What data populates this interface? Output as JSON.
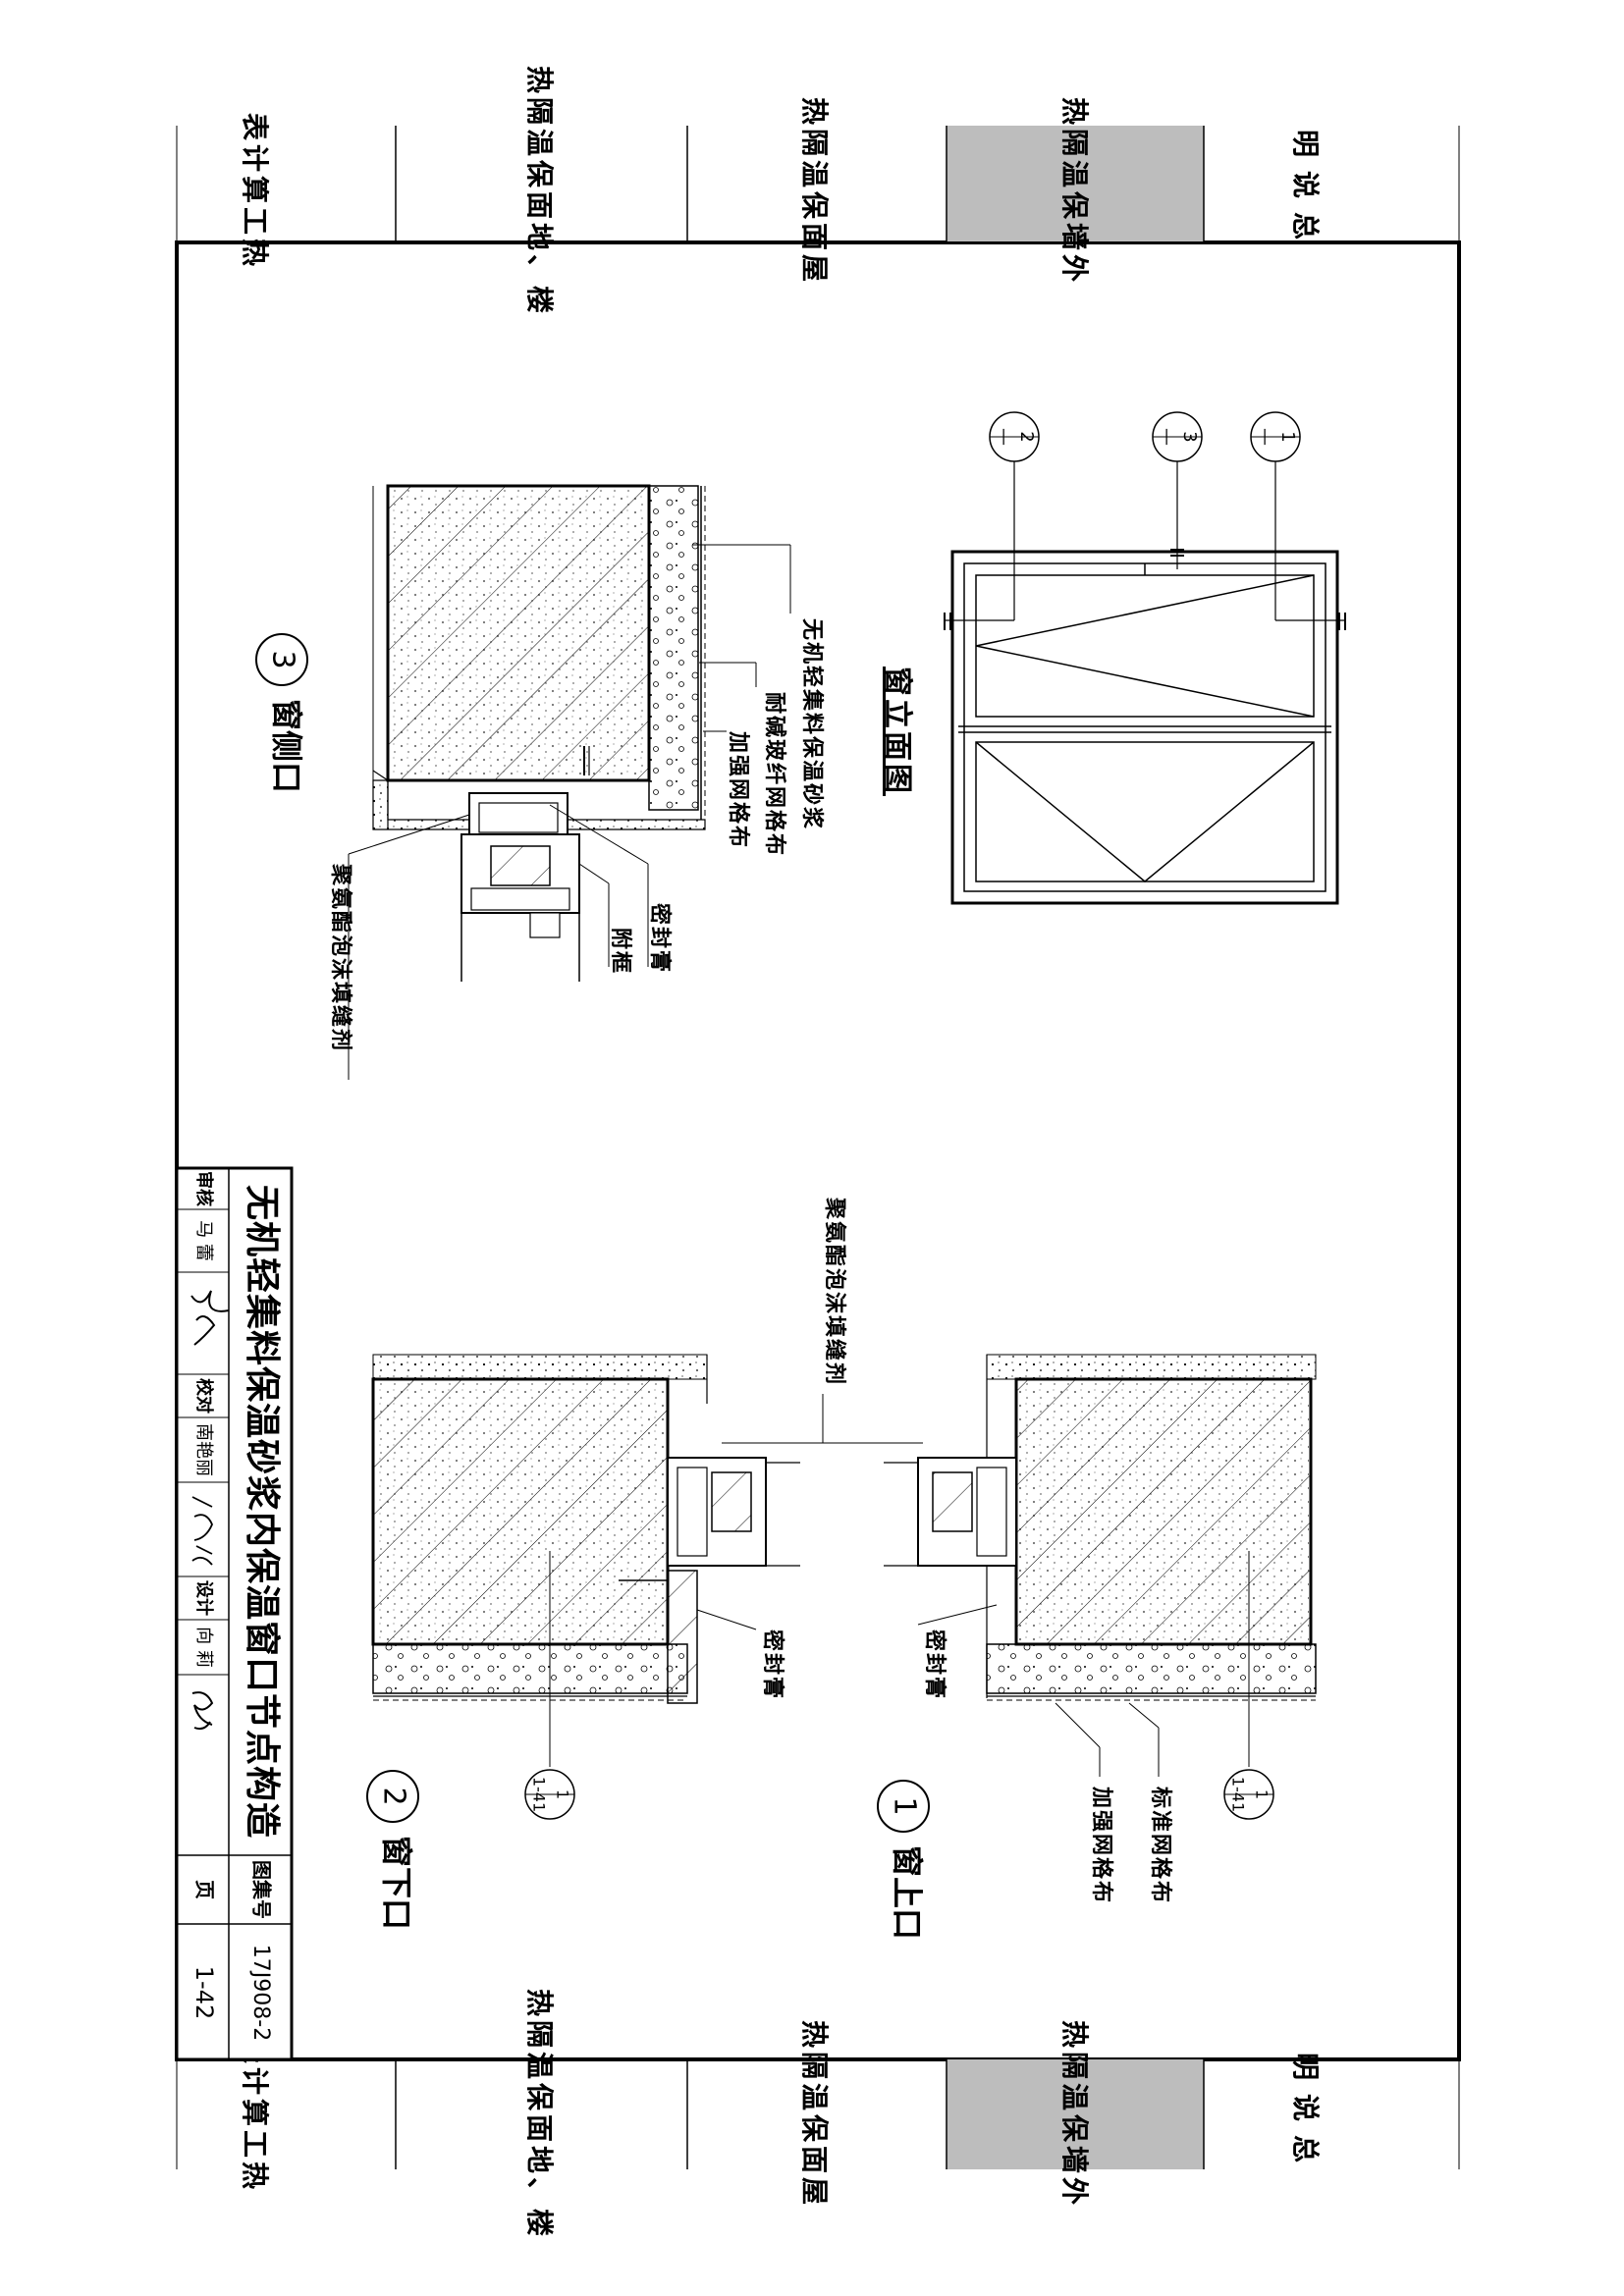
{
  "tabs_top": [
    {
      "label": "表计算工热",
      "active": false
    },
    {
      "label": "热隔温保面地、楼",
      "active": false
    },
    {
      "label": "热隔温保面屋",
      "active": false
    },
    {
      "label": "热隔温保墙外",
      "active": true
    },
    {
      "label": "明说总",
      "active": false
    }
  ],
  "tabs_bottom": [
    {
      "label": "表计算工热",
      "active": false
    },
    {
      "label": "热隔温保面地、楼",
      "active": false
    },
    {
      "label": "热隔温保面屋",
      "active": false
    },
    {
      "label": "热隔温保墙外",
      "active": true
    },
    {
      "label": "明说总",
      "active": false
    }
  ],
  "colors": {
    "tab_active": "#bdbdbd",
    "line": "#000000",
    "background": "#ffffff"
  },
  "elevation": {
    "title": "窗立面图",
    "callouts": [
      {
        "num": "1",
        "ref": "—"
      },
      {
        "num": "3",
        "ref": "—"
      },
      {
        "num": "2",
        "ref": "—"
      }
    ]
  },
  "detail3": {
    "num": "3",
    "title": "窗侧口",
    "labels": [
      "无机轻集料保温砂浆",
      "耐碱玻纤网格布",
      "加强网格布",
      "密封膏",
      "附框",
      "聚氨酯泡沫填缝剂"
    ]
  },
  "detail_center": {
    "label": "聚氨酯泡沫填缝剂"
  },
  "detail1": {
    "num": "1",
    "title": "窗上口",
    "labels": [
      "密封膏",
      "标准网格布",
      "加强网格布"
    ],
    "ref": {
      "num": "1",
      "page": "1-41"
    }
  },
  "detail2": {
    "num": "2",
    "title": "窗下口",
    "labels": [
      "密封膏"
    ],
    "ref": {
      "num": "1",
      "page": "1-41"
    }
  },
  "title_block": {
    "title": "无机轻集料保温砂浆内保温窗口节点构造",
    "atlas_label": "图集号",
    "atlas_value": "17J908-2",
    "page_label": "页",
    "page_value": "1-42",
    "roles": [
      {
        "role": "审核",
        "name": "马 蕾"
      },
      {
        "role": "校对",
        "name": "南艳丽"
      },
      {
        "role": "设计",
        "name": "向 莉"
      }
    ]
  }
}
